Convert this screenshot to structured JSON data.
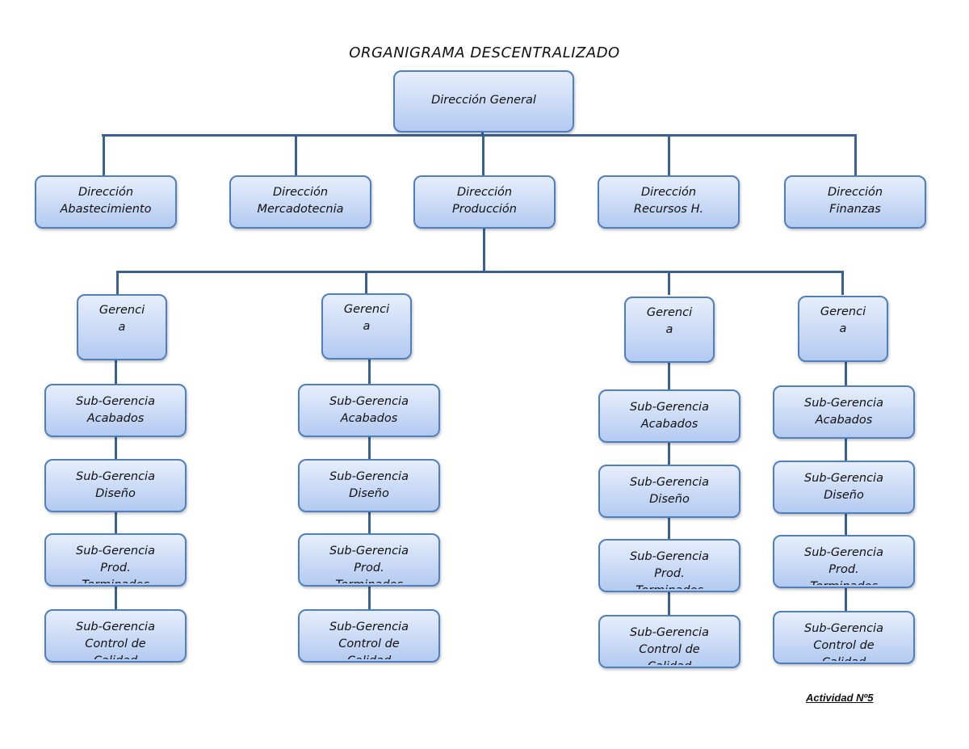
{
  "title": "ORGANIGRAMA DESCENTRALIZADO",
  "root": [
    "Dirección General"
  ],
  "directions": [
    [
      "Dirección",
      "Abastecimiento"
    ],
    [
      "Dirección",
      "Mercadotecnia"
    ],
    [
      "Dirección",
      "Producción"
    ],
    [
      "Dirección",
      "Recursos H."
    ],
    [
      "Dirección",
      "Finanzas"
    ]
  ],
  "gerencias": [
    [
      "Gerenci",
      "a"
    ],
    [
      "Gerenci",
      "a"
    ],
    [
      "Gerenci",
      "a"
    ],
    [
      "Gerenci",
      "a"
    ]
  ],
  "subgerencias": [
    [
      "Sub-Gerencia",
      "Acabados"
    ],
    [
      "Sub-Gerencia",
      "Diseño"
    ],
    [
      "Sub-Gerencia",
      "Prod.",
      "Terminados"
    ],
    [
      "Sub-Gerencia",
      "Control de",
      "Calidad"
    ]
  ],
  "footer": "Actividad Nº5",
  "colors": {
    "line": "#3b6193",
    "box_border": "#4f7fbf",
    "box_fill_top": "#e6eefc",
    "box_fill_bottom": "#b3caf0"
  }
}
